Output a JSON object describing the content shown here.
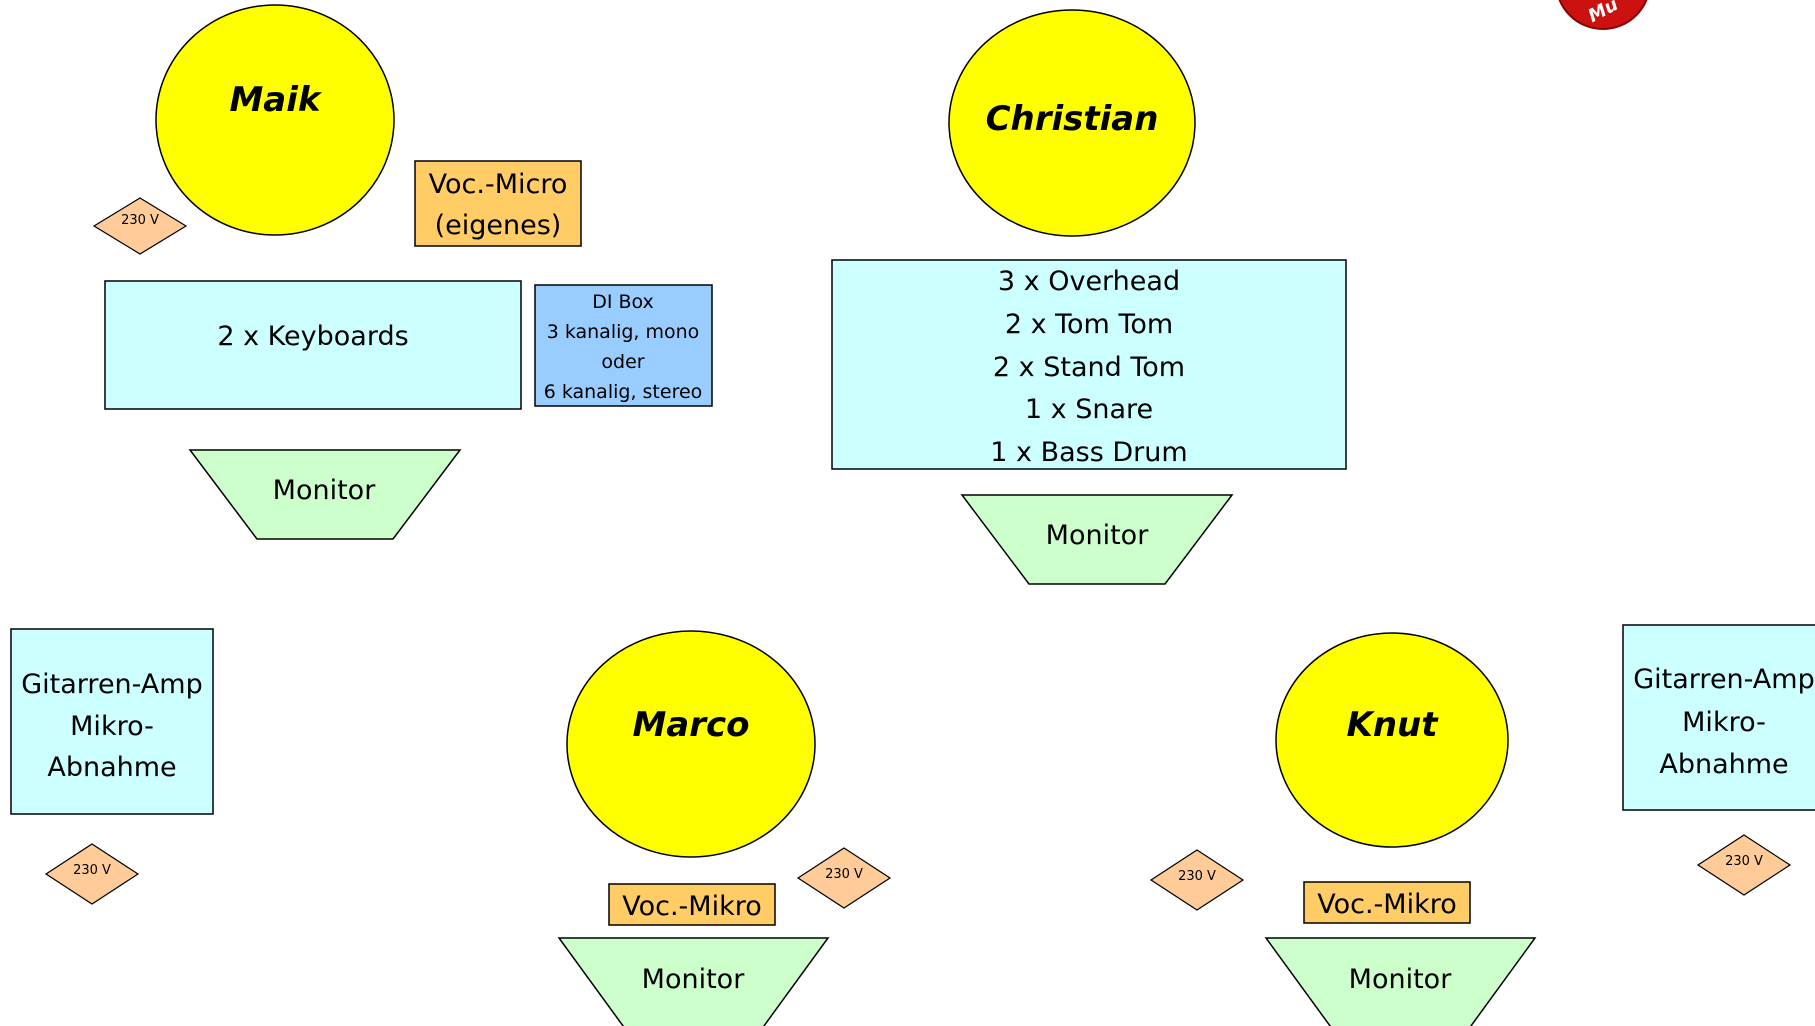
{
  "musicians": {
    "maik": "Maik",
    "christian": "Christian",
    "marco": "Marco",
    "knut": "Knut"
  },
  "power_label": "230 V",
  "monitor_label": "Monitor",
  "maik_area": {
    "vocal_micro": [
      "Voc.-Micro",
      "(eigenes)"
    ],
    "keyboards": "2 x Keyboards",
    "di_box": [
      "DI Box",
      "3 kanalig, mono",
      "oder",
      "6 kanalig, stereo"
    ]
  },
  "drums": [
    "3 x Overhead",
    "2 x Tom Tom",
    "2 x Stand Tom",
    "1 x Snare",
    "1 x Bass Drum"
  ],
  "guitar_amp": [
    "Gitarren-Amp",
    "Mikro-",
    "Abnahme"
  ],
  "vocal_mic": "Voc.-Mikro",
  "badge_text": "Mu",
  "colors": {
    "person": "#ffff00",
    "equipment": "#ccffff",
    "di_box": "#99ccff",
    "mic": "#ffcc66",
    "power": "#ffcc99",
    "monitor": "#ccffcc",
    "badge": "#cc1111"
  }
}
